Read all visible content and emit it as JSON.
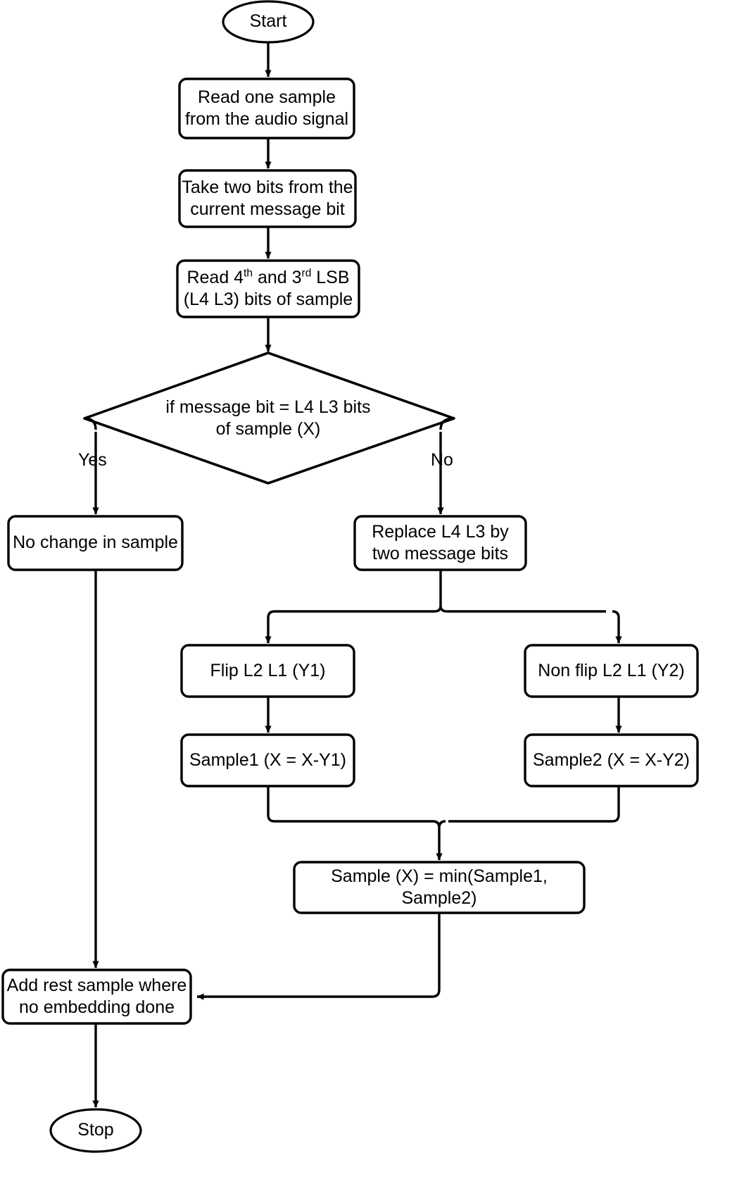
{
  "diagram": {
    "title": "Audio steganography embedding flowchart",
    "stroke_color": "#000000",
    "fill_color": "#ffffff",
    "background": "#ffffff",
    "nodes": {
      "start": {
        "label": "Start",
        "shape": "ellipse"
      },
      "read_sample": {
        "label": "Read one sample\nfrom the audio signal",
        "shape": "rounded-rect"
      },
      "take_bits": {
        "label": "Take two bits from the\ncurrent message bit",
        "shape": "rounded-rect"
      },
      "read_lsb_line1_pre": "Read 4",
      "read_lsb_line1_sup1": "th",
      "read_lsb_line1_mid": " and 3",
      "read_lsb_line1_sup2": "rd",
      "read_lsb_line1_post": " LSB",
      "read_lsb_line2": "(L4 L3) bits of sample",
      "decision": {
        "label": "if message bit = L4 L3 bits\nof sample (X)",
        "shape": "diamond"
      },
      "no_change": {
        "label": "No change in sample",
        "shape": "rounded-rect"
      },
      "replace": {
        "label": "Replace  L4 L3 by\ntwo message bits",
        "shape": "rounded-rect"
      },
      "flip": {
        "label": "Flip L2 L1 (Y1)",
        "shape": "rounded-rect"
      },
      "non_flip": {
        "label": "Non flip L2 L1 (Y2)",
        "shape": "rounded-rect"
      },
      "sample1": {
        "label": "Sample1 (X = X-Y1)",
        "shape": "rounded-rect"
      },
      "sample2": {
        "label": "Sample2 (X = X-Y2)",
        "shape": "rounded-rect"
      },
      "min_sample": {
        "label": "Sample (X) = min(Sample1, Sample2)",
        "shape": "rounded-rect"
      },
      "add_rest": {
        "label": "Add rest sample where\nno embedding done",
        "shape": "rounded-rect"
      },
      "stop": {
        "label": "Stop",
        "shape": "ellipse"
      }
    },
    "edge_labels": {
      "yes": "Yes",
      "no": "No"
    }
  }
}
